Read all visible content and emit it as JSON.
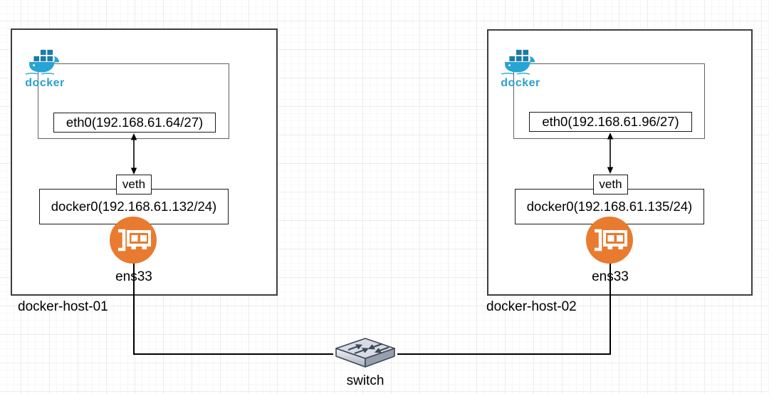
{
  "hosts": [
    {
      "name": "docker-host-01",
      "docker_logo_text": "docker",
      "eth_label": "eth0(192.168.61.64/27)",
      "veth_label": "veth",
      "bridge_label": "docker0(192.168.61.132/24)",
      "nic_label": "ens33"
    },
    {
      "name": "docker-host-02",
      "docker_logo_text": "docker",
      "eth_label": "eth0(192.168.61.96/27)",
      "veth_label": "veth",
      "bridge_label": "docker0(192.168.61.135/24)",
      "nic_label": "ens33"
    }
  ],
  "switch": {
    "label": "switch"
  },
  "colors": {
    "nic_circle_orange": "#E87B30",
    "docker_whale_blue": "#28A4D4",
    "docker_container_blue": "#1D7CA6",
    "docker_text_teal": "#2AA0C9",
    "host_border": "#3D3D3D",
    "connector_line": "#000000",
    "switch_top": "#D8DCE5",
    "switch_side_dark": "#979FAE"
  }
}
